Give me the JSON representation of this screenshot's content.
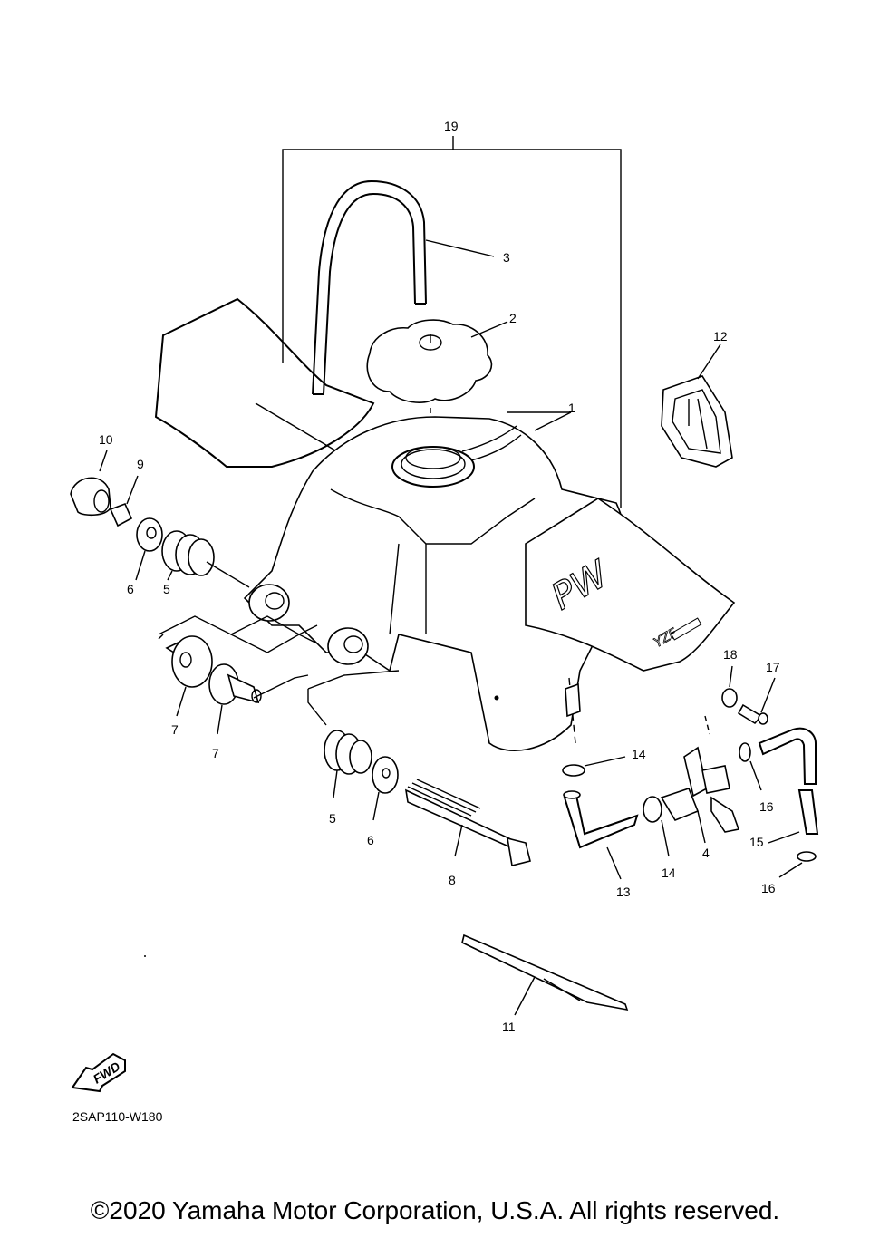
{
  "diagram": {
    "labels": {
      "p1": "1",
      "p2": "2",
      "p3": "3",
      "p4": "4",
      "p5a": "5",
      "p5b": "5",
      "p6a": "6",
      "p6b": "6",
      "p7a": "7",
      "p7b": "7",
      "p8": "8",
      "p9": "9",
      "p10": "10",
      "p11": "11",
      "p12": "12",
      "p13": "13",
      "p14a": "14",
      "p14b": "14",
      "p15": "15",
      "p16a": "16",
      "p16b": "16",
      "p17": "17",
      "p18": "18",
      "p19": "19"
    },
    "fwd_label": "FWD",
    "drawing_code": "2SAP110-W180"
  },
  "footer": {
    "copyright": "©2020 Yamaha Motor Corporation, U.S.A. All rights reserved."
  }
}
